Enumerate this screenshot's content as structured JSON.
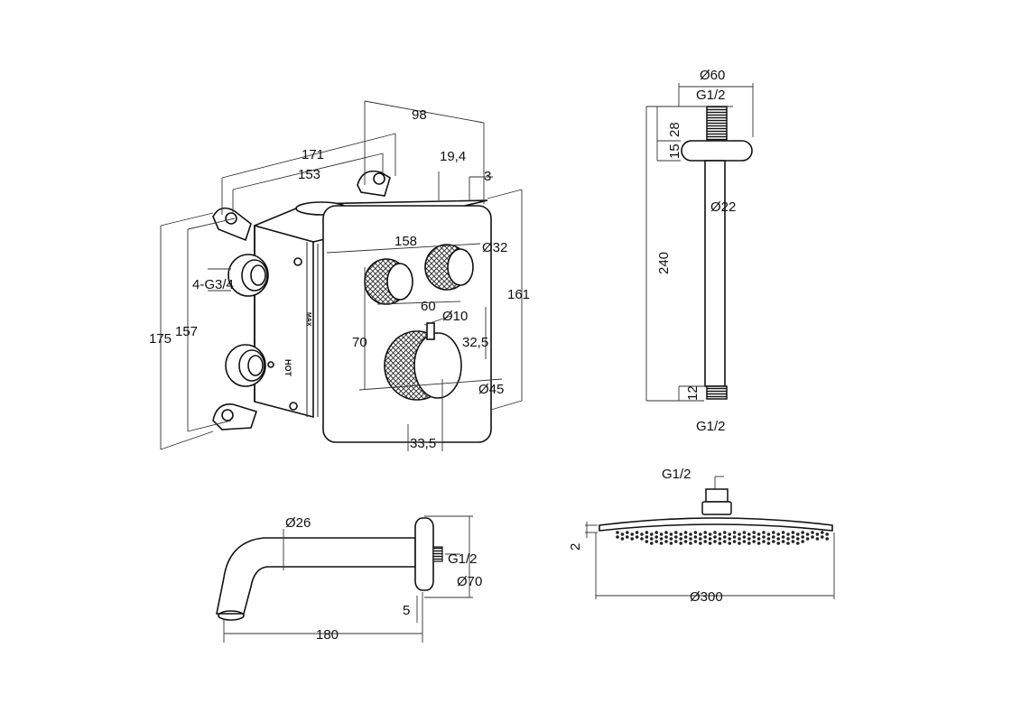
{
  "mixer_box": {
    "dims": {
      "d98": "98",
      "d171": "171",
      "d153": "153",
      "d19_4": "19,4",
      "d3": "3",
      "d158": "158",
      "d32": "Ø32",
      "d60": "60",
      "d10": "Ø10",
      "d70": "70",
      "d32_5": "32,5",
      "d45": "Ø45",
      "d33_5": "33,5",
      "d161": "161",
      "d175": "175",
      "d157": "157",
      "thread": "4-G3/4"
    },
    "side_labels": {
      "hot": "HOT",
      "max": "MAX"
    }
  },
  "shower_arm": {
    "dims": {
      "d60": "Ø60",
      "g_top": "G1/2",
      "d28": "28",
      "d15": "15",
      "d22": "Ø22",
      "d240": "240",
      "d12": "12",
      "g_bottom": "G1/2"
    }
  },
  "spout": {
    "dims": {
      "d26": "Ø26",
      "g": "G1/2",
      "d70": "Ø70",
      "d5": "5",
      "d180": "180"
    }
  },
  "rain_head": {
    "dims": {
      "g": "G1/2",
      "d2": "2",
      "d300": "Ø300"
    }
  }
}
